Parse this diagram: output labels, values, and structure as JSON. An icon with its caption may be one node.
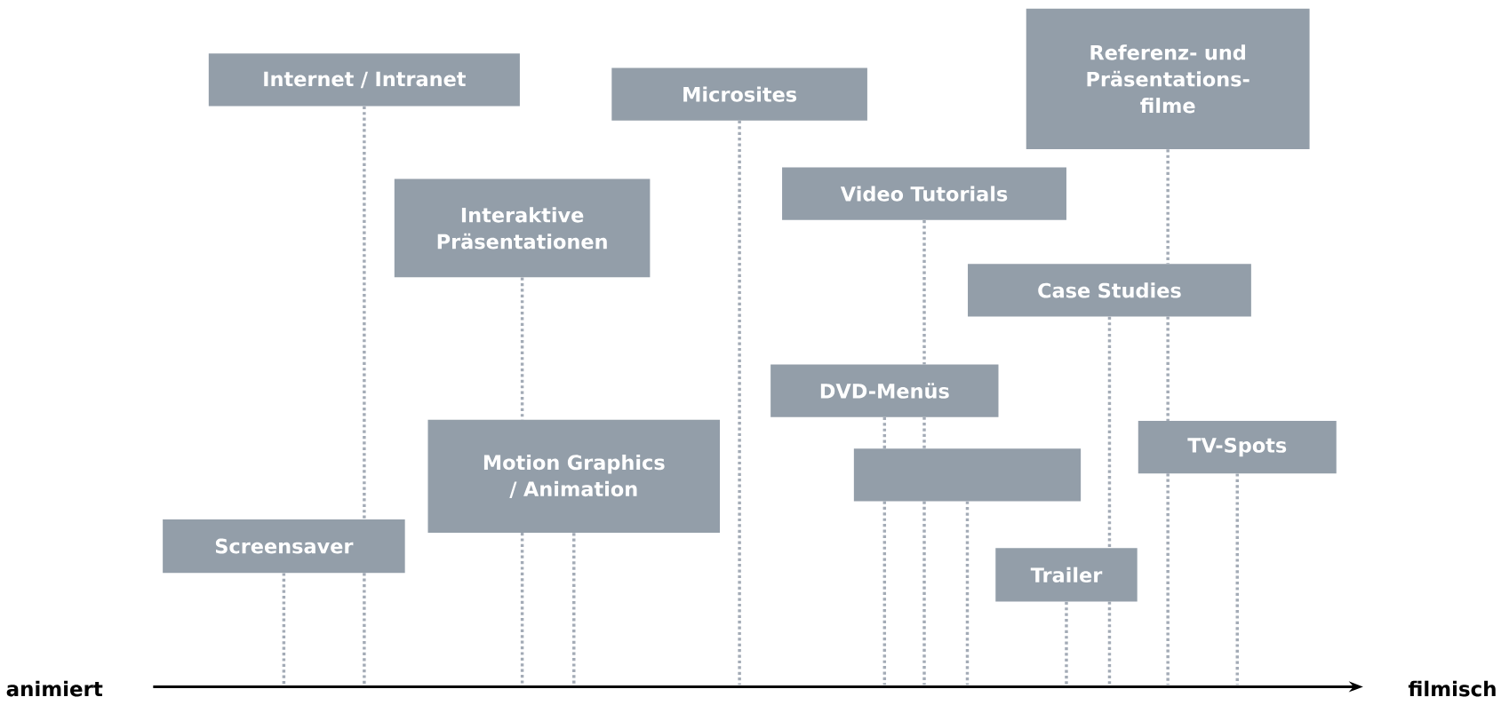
{
  "diagram": {
    "nodes": [
      {
        "text": [
          "Referenz- und Präsentations-filme"
        ]
      },
      {
        "text": [
          "Internet / Intranet"
        ]
      },
      {
        "text": [
          "Microsites"
        ]
      },
      {
        "text": [
          "Video Tutorials"
        ]
      },
      {
        "text": [
          "Interaktive Präsentationen"
        ]
      },
      {
        "text": [
          "Case Studies"
        ]
      },
      {
        "text": [
          "DVD-Menüs"
        ]
      },
      {
        "text": [
          "Motion Graphics / Animation"
        ]
      },
      {
        "text": [
          "TV-Spots"
        ]
      },
      {
        "text": [],
        "shape": "box"
      },
      {
        "text": [
          "Screensaver"
        ]
      },
      {
        "text": [
          "Trailer"
        ]
      }
    ],
    "edges": [
      {
        "from": 0,
        "to": null,
        "arrow": "none",
        "style": "dashed"
      },
      {
        "from": 1,
        "to": null,
        "arrow": "none",
        "style": "dashed"
      },
      {
        "from": 2,
        "to": null,
        "arrow": "none",
        "style": "dashed"
      },
      {
        "from": 3,
        "to": null,
        "arrow": "none",
        "style": "dashed"
      },
      {
        "from": 4,
        "to": null,
        "arrow": "none",
        "style": "dashed"
      },
      {
        "from": 5,
        "to": null,
        "arrow": "none",
        "style": "dashed"
      },
      {
        "from": 6,
        "to": null,
        "arrow": "none",
        "style": "dashed"
      },
      {
        "from": 7,
        "to": null,
        "arrow": "none",
        "style": "dashed"
      },
      {
        "from": 8,
        "to": null,
        "arrow": "none",
        "style": "dashed"
      },
      {
        "from": 9,
        "to": null,
        "arrow": "none",
        "style": "dashed"
      },
      {
        "from": 10,
        "to": null,
        "arrow": "none",
        "style": "dashed"
      },
      {
        "from": 11,
        "to": null,
        "arrow": "none",
        "style": "dashed"
      }
    ],
    "labels": [
      "animiert",
      "filmisch"
    ]
  }
}
